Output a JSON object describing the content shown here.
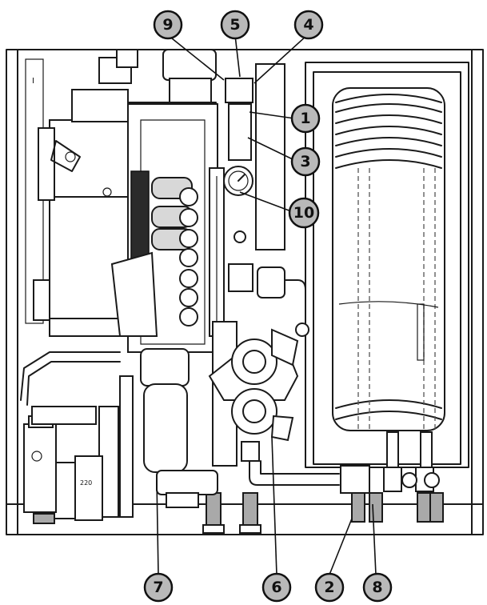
{
  "callouts": [
    {
      "id": "c9",
      "label": "9"
    },
    {
      "id": "c5",
      "label": "5"
    },
    {
      "id": "c4",
      "label": "4"
    },
    {
      "id": "c1",
      "label": "1"
    },
    {
      "id": "c3",
      "label": "3"
    },
    {
      "id": "c10",
      "label": "10"
    },
    {
      "id": "c7",
      "label": "7"
    },
    {
      "id": "c6",
      "label": "6"
    },
    {
      "id": "c2",
      "label": "2"
    },
    {
      "id": "c8",
      "label": "8"
    }
  ],
  "colors": {
    "line": "#1a1a1a",
    "callout_fill": "#b9b9b9",
    "metal": "#a9a9a9",
    "background": "#ffffff"
  },
  "small_marks": {
    "panel_mark": "I",
    "valve_label": "220"
  }
}
